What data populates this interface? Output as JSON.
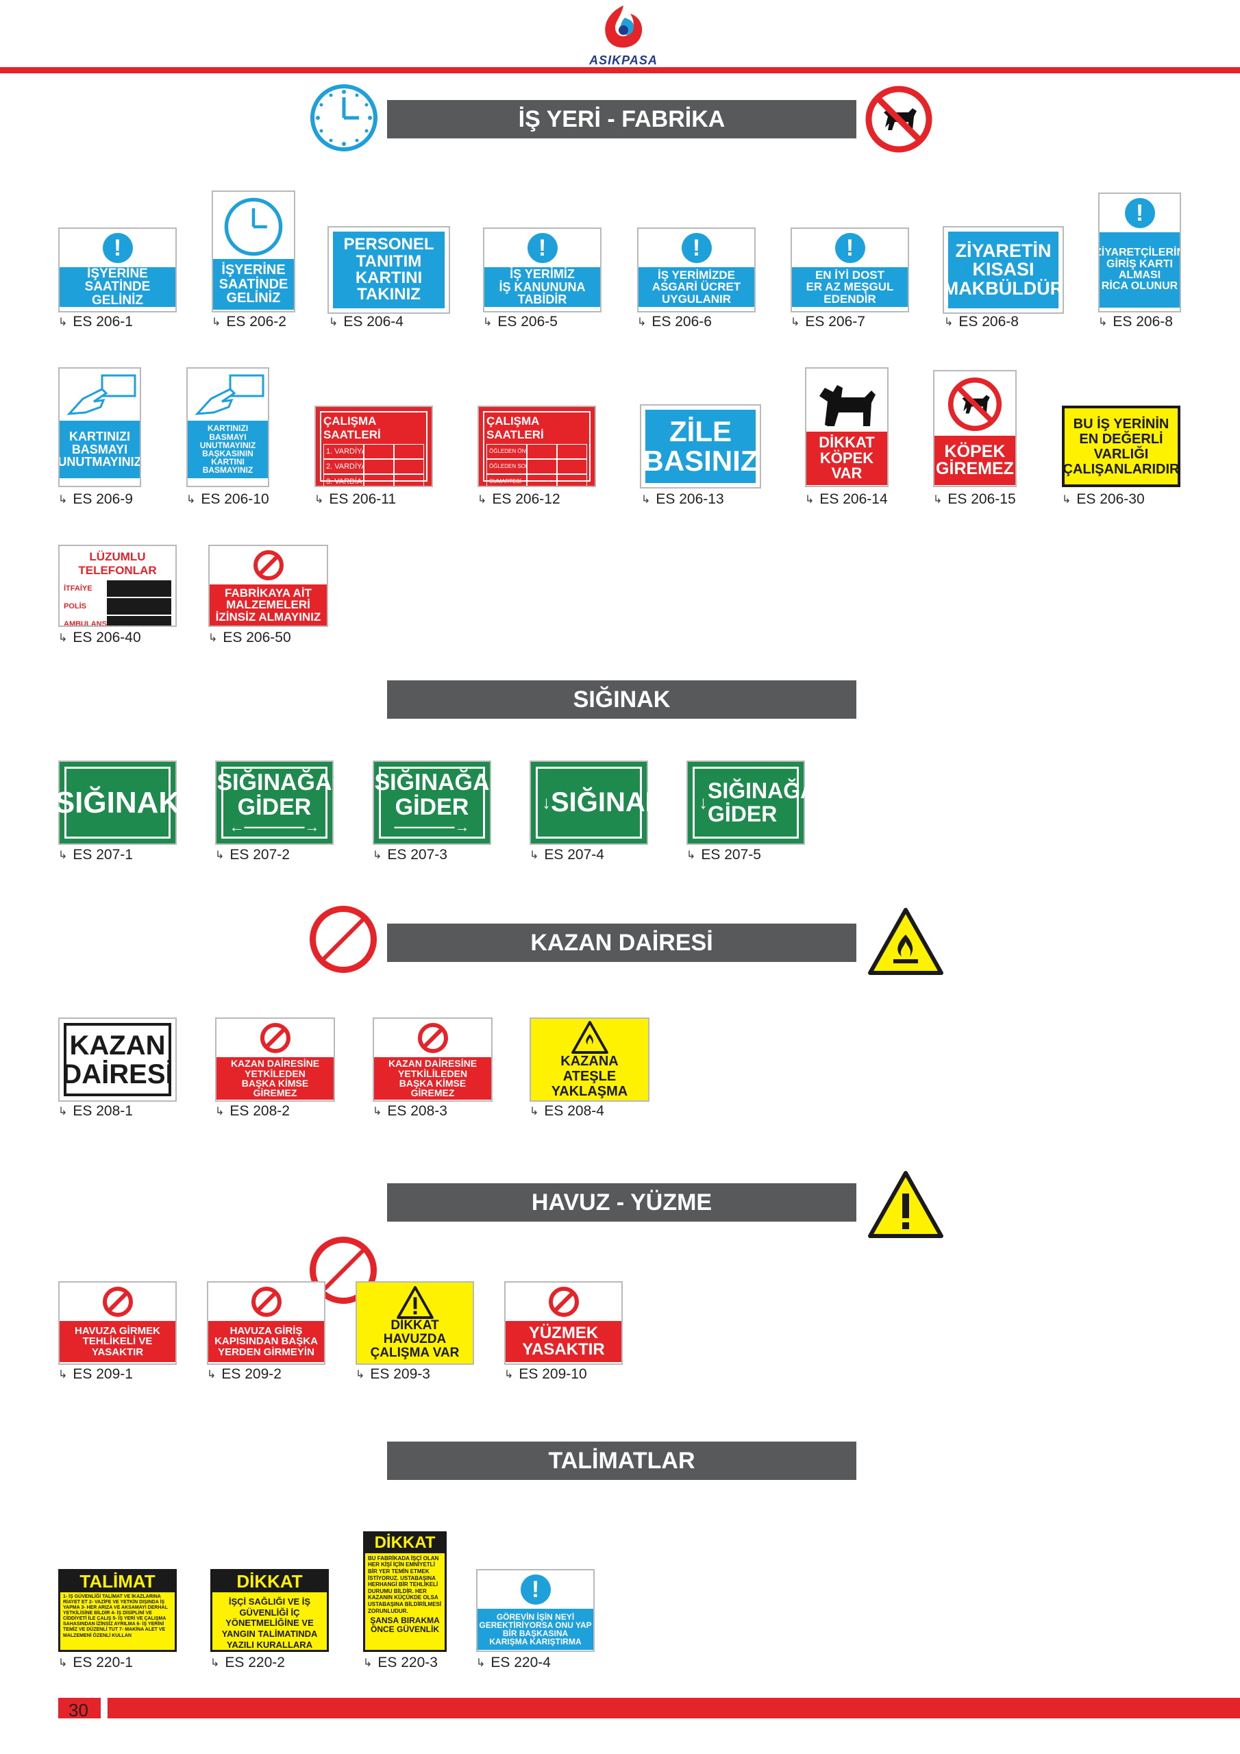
{
  "header": {
    "brand": "ASIKPASA",
    "brand_color": "#203a8c",
    "accent": "#e5242a"
  },
  "sections": {
    "isyeri": "İŞ YERİ - FABRİKA",
    "siginak": "SIĞINAK",
    "kazan": "KAZAN DAİRESİ",
    "havuz": "HAVUZ - YÜZME",
    "talimatlar": "TALİMATLAR"
  },
  "row1": [
    {
      "code": "ES 206-1",
      "lines": [
        "İŞYERİNE",
        "SAATİNDE",
        "GELİNİZ"
      ]
    },
    {
      "code": "ES 206-2",
      "lines": [
        "İŞYERİNE",
        "SAATİNDE",
        "GELİNİZ"
      ]
    },
    {
      "code": "ES 206-4",
      "lines": [
        "PERSONEL",
        "TANITIM",
        "KARTINI",
        "TAKINIZ"
      ]
    },
    {
      "code": "ES 206-5",
      "lines": [
        "İŞ YERİMİZ",
        "İŞ KANUNUNA",
        "TABİDİR"
      ]
    },
    {
      "code": "ES 206-6",
      "lines": [
        "İŞ YERİMİZDE",
        "ASGARİ ÜCRET",
        "UYGULANIR"
      ]
    },
    {
      "code": "ES 206-7",
      "lines": [
        "EN İYİ DOST",
        "ER AZ MEŞGUL",
        "EDENDİR"
      ]
    },
    {
      "code": "ES 206-8",
      "lines": [
        "ZİYARETİN",
        "KISASI",
        "MAKBÜLDÜR"
      ]
    },
    {
      "code": "ES 206-8",
      "lines": [
        "ZİYARETÇİLERİN",
        "GİRİŞ KARTI",
        "ALMASI",
        "RİCA OLUNUR"
      ]
    }
  ],
  "row2": [
    {
      "code": "ES 206-9",
      "lines": [
        "KARTINIZI",
        "BASMAYI",
        "UNUTMAYINIZ"
      ]
    },
    {
      "code": "ES 206-10",
      "lines": [
        "KARTINIZI",
        "BASMAYI",
        "UNUTMAYINIZ",
        "BAŞKASININ",
        "KARTINI",
        "BASMAYINIZ"
      ]
    },
    {
      "code": "ES 206-11",
      "title": "ÇALIŞMA SAATLERİ",
      "rows": [
        "1. VARDİYA",
        "2. VARDİYA",
        "3. VARDİA"
      ]
    },
    {
      "code": "ES 206-12",
      "title": "ÇALIŞMA SAATLERİ",
      "rows": [
        "ÖĞLEDEN ÖNCE",
        "ÖĞLEDEN SONRA",
        "CUMARTESİ"
      ]
    },
    {
      "code": "ES 206-13",
      "lines": [
        "ZİLE",
        "BASINIZ"
      ]
    },
    {
      "code": "ES 206-14",
      "lines": [
        "DİKKAT",
        "KÖPEK",
        "VAR"
      ]
    },
    {
      "code": "ES 206-15",
      "lines": [
        "KÖPEK",
        "GİREMEZ"
      ]
    },
    {
      "code": "ES 206-30",
      "lines": [
        "BU İŞ YERİNİN",
        "EN DEĞERLİ VARLIĞI",
        "ÇALIŞANLARIDIR"
      ]
    }
  ],
  "row3": [
    {
      "code": "ES 206-40",
      "title": "LÜZUMLU TELEFONLAR",
      "rows": [
        "İTFAİYE",
        "POLİS",
        "AMBULANS"
      ]
    },
    {
      "code": "ES 206-50",
      "lines": [
        "FABRİKAYA AİT",
        "MALZEMELERİ",
        "İZİNSİZ ALMAYINIZ"
      ]
    }
  ],
  "siginak_signs": [
    {
      "code": "ES 207-1",
      "lines": [
        "SIĞINAK"
      ]
    },
    {
      "code": "ES 207-2",
      "lines": [
        "SIĞINAĞA",
        "GİDER"
      ]
    },
    {
      "code": "ES 207-3",
      "lines": [
        "SIĞINAĞA",
        "GİDER"
      ]
    },
    {
      "code": "ES 207-4",
      "lines": [
        "SIĞINAK"
      ]
    },
    {
      "code": "ES 207-5",
      "lines": [
        "SIĞINAĞA",
        "GİDER"
      ]
    }
  ],
  "kazan_signs": [
    {
      "code": "ES 208-1",
      "lines": [
        "KAZAN",
        "DAİRESİ"
      ]
    },
    {
      "code": "ES 208-2",
      "lines": [
        "KAZAN DAİRESİNE",
        "YETKİLEDEN",
        "BAŞKA KİMSE",
        "GİREMEZ"
      ]
    },
    {
      "code": "ES 208-3",
      "lines": [
        "KAZAN DAİRESİNE",
        "YETKİLİLEDEN",
        "BAŞKA KİMSE",
        "GİREMEZ"
      ]
    },
    {
      "code": "ES 208-4",
      "lines": [
        "KAZANA",
        "ATEŞLE YAKLAŞMA"
      ]
    }
  ],
  "havuz_signs": [
    {
      "code": "ES 209-1",
      "lines": [
        "HAVUZA GİRMEK",
        "TEHLİKELİ VE YASAKTIR"
      ]
    },
    {
      "code": "ES 209-2",
      "lines": [
        "HAVUZA GİRİŞ",
        "KAPISINDAN BAŞKA",
        "YERDEN GİRMEYİN"
      ]
    },
    {
      "code": "ES 209-3",
      "lines": [
        "DİKKAT",
        "HAVUZDA",
        "ÇALIŞMA VAR"
      ]
    },
    {
      "code": "ES 209-10",
      "lines": [
        "YÜZMEK",
        "YASAKTIR"
      ]
    }
  ],
  "talimat_signs": [
    {
      "code": "ES 220-1",
      "title": "TALİMAT",
      "body": "1- İŞ GÜVENLİĞİ TALİMAT VE İKAZLARINA RİAYET ET 2- VAZİFE VE YETKİN DIŞINDA İŞ YAPMA 3- HER ARIZA VE AKSAMAYI DERHAL YETKİLİSİNE BİLDİR 4- İŞ DİSİPLİNİ VE CİDDİYETİ İLE ÇALIŞ 5- İŞ YERİ VE ÇALIŞMA SAHASINDAN İZİNSİZ AYRILMA 6- İŞ YERİNİ TEMİZ VE DÜZENLİ TUT 7- MAKİNA ALET VE MALZEMENİ ÖZENLİ KULLAN"
    },
    {
      "code": "ES 220-2",
      "title": "DİKKAT",
      "body": "İŞÇİ SAĞLIĞI VE İŞ GÜVENLİĞİ İÇ YÖNETMELİĞİNE VE YANGIN TALİMATINDA YAZILI KURALLARA MUTLAKA UYUNUZ"
    },
    {
      "code": "ES 220-3",
      "title": "DİKKAT",
      "body": "BU FABRİKADA İŞÇİ OLAN HER KİŞİ İÇİN EMNİYETLİ BİR YER TEMİN ETMEK İSTİYORUZ. USTABAŞINA HERHANGİ BİR TEHLİKELİ DURUMU BİLDİR. HER KAZANIN KÜÇÜKDE OLSA USTABAŞINA BİLDİRİLMESİ ZORUNLUDUR.",
      "footer": "ŞANSA BIRAKMA ÖNCE GÜVENLİK"
    },
    {
      "code": "ES 220-4",
      "lines": [
        "GÖREVİN İŞİN NEYİ",
        "GEREKTİRİYORSA ONU YAP",
        "BİR BAŞKASINA",
        "KARIŞMA KARIŞTIRMA"
      ]
    }
  ],
  "page_number": "30",
  "colors": {
    "blue": "#1ea0db",
    "red": "#e5242a",
    "green": "#1f8a4d",
    "yellow": "#fff200",
    "bar_gray": "#58595b"
  }
}
